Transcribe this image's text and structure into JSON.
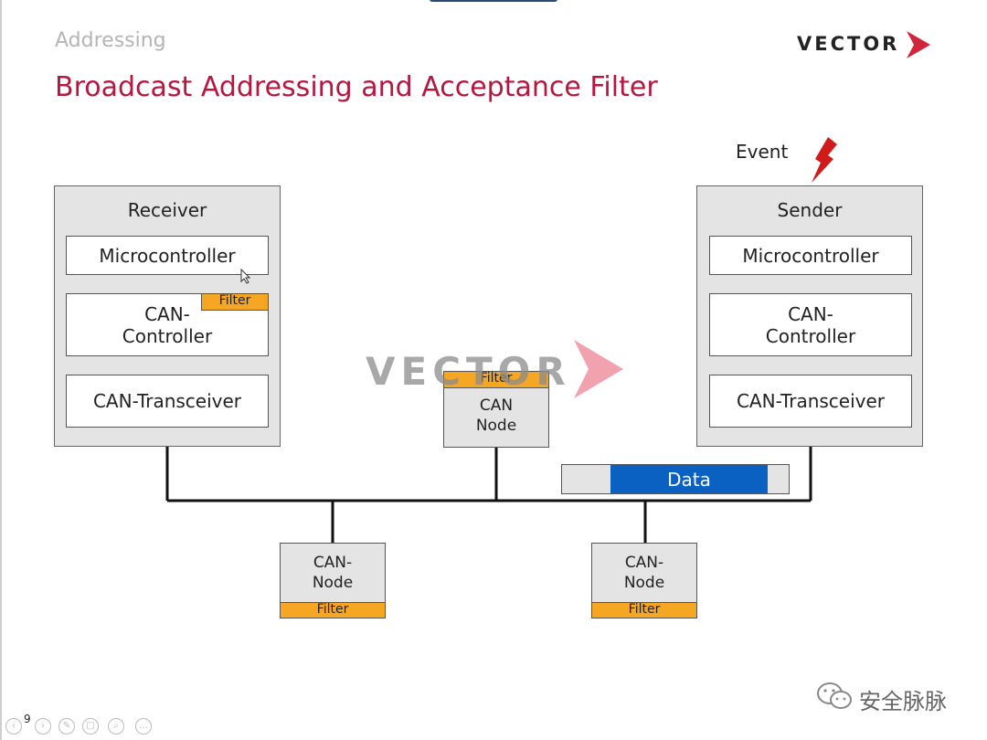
{
  "header": {
    "section_label": "Addressing",
    "title": "Broadcast Addressing and Acceptance Filter",
    "logo_text": "VECTOR"
  },
  "event_label": "Event",
  "receiver": {
    "title": "Receiver",
    "microcontroller": "Microcontroller",
    "controller_line1": "CAN-",
    "controller_line2": "Controller",
    "filter": "Filter",
    "transceiver": "CAN-Transceiver"
  },
  "sender": {
    "title": "Sender",
    "microcontroller": "Microcontroller",
    "controller_line1": "CAN-",
    "controller_line2": "Controller",
    "transceiver": "CAN-Transceiver"
  },
  "middle_node": {
    "filter": "Filter",
    "line1": "CAN",
    "line2": "Node"
  },
  "bottom_nodes": [
    {
      "line1": "CAN-",
      "line2": "Node",
      "filter": "Filter"
    },
    {
      "line1": "CAN-",
      "line2": "Node",
      "filter": "Filter"
    }
  ],
  "data_frame": {
    "label": "Data"
  },
  "watermark": {
    "text": "VECTOR"
  },
  "footer": {
    "page_number": "9",
    "wechat_text": "安全脉脉"
  },
  "colors": {
    "title_red": "#b5173f",
    "filter_orange": "#f5a623",
    "data_blue": "#0a61c2",
    "unit_gray": "#e4e4e4",
    "logo_red": "#d0263d",
    "watermark_pink": "#f08a9a"
  },
  "icons": [
    "lightning-bolt-icon",
    "vector-chevron-icon",
    "mouse-cursor-icon",
    "wechat-icon"
  ]
}
